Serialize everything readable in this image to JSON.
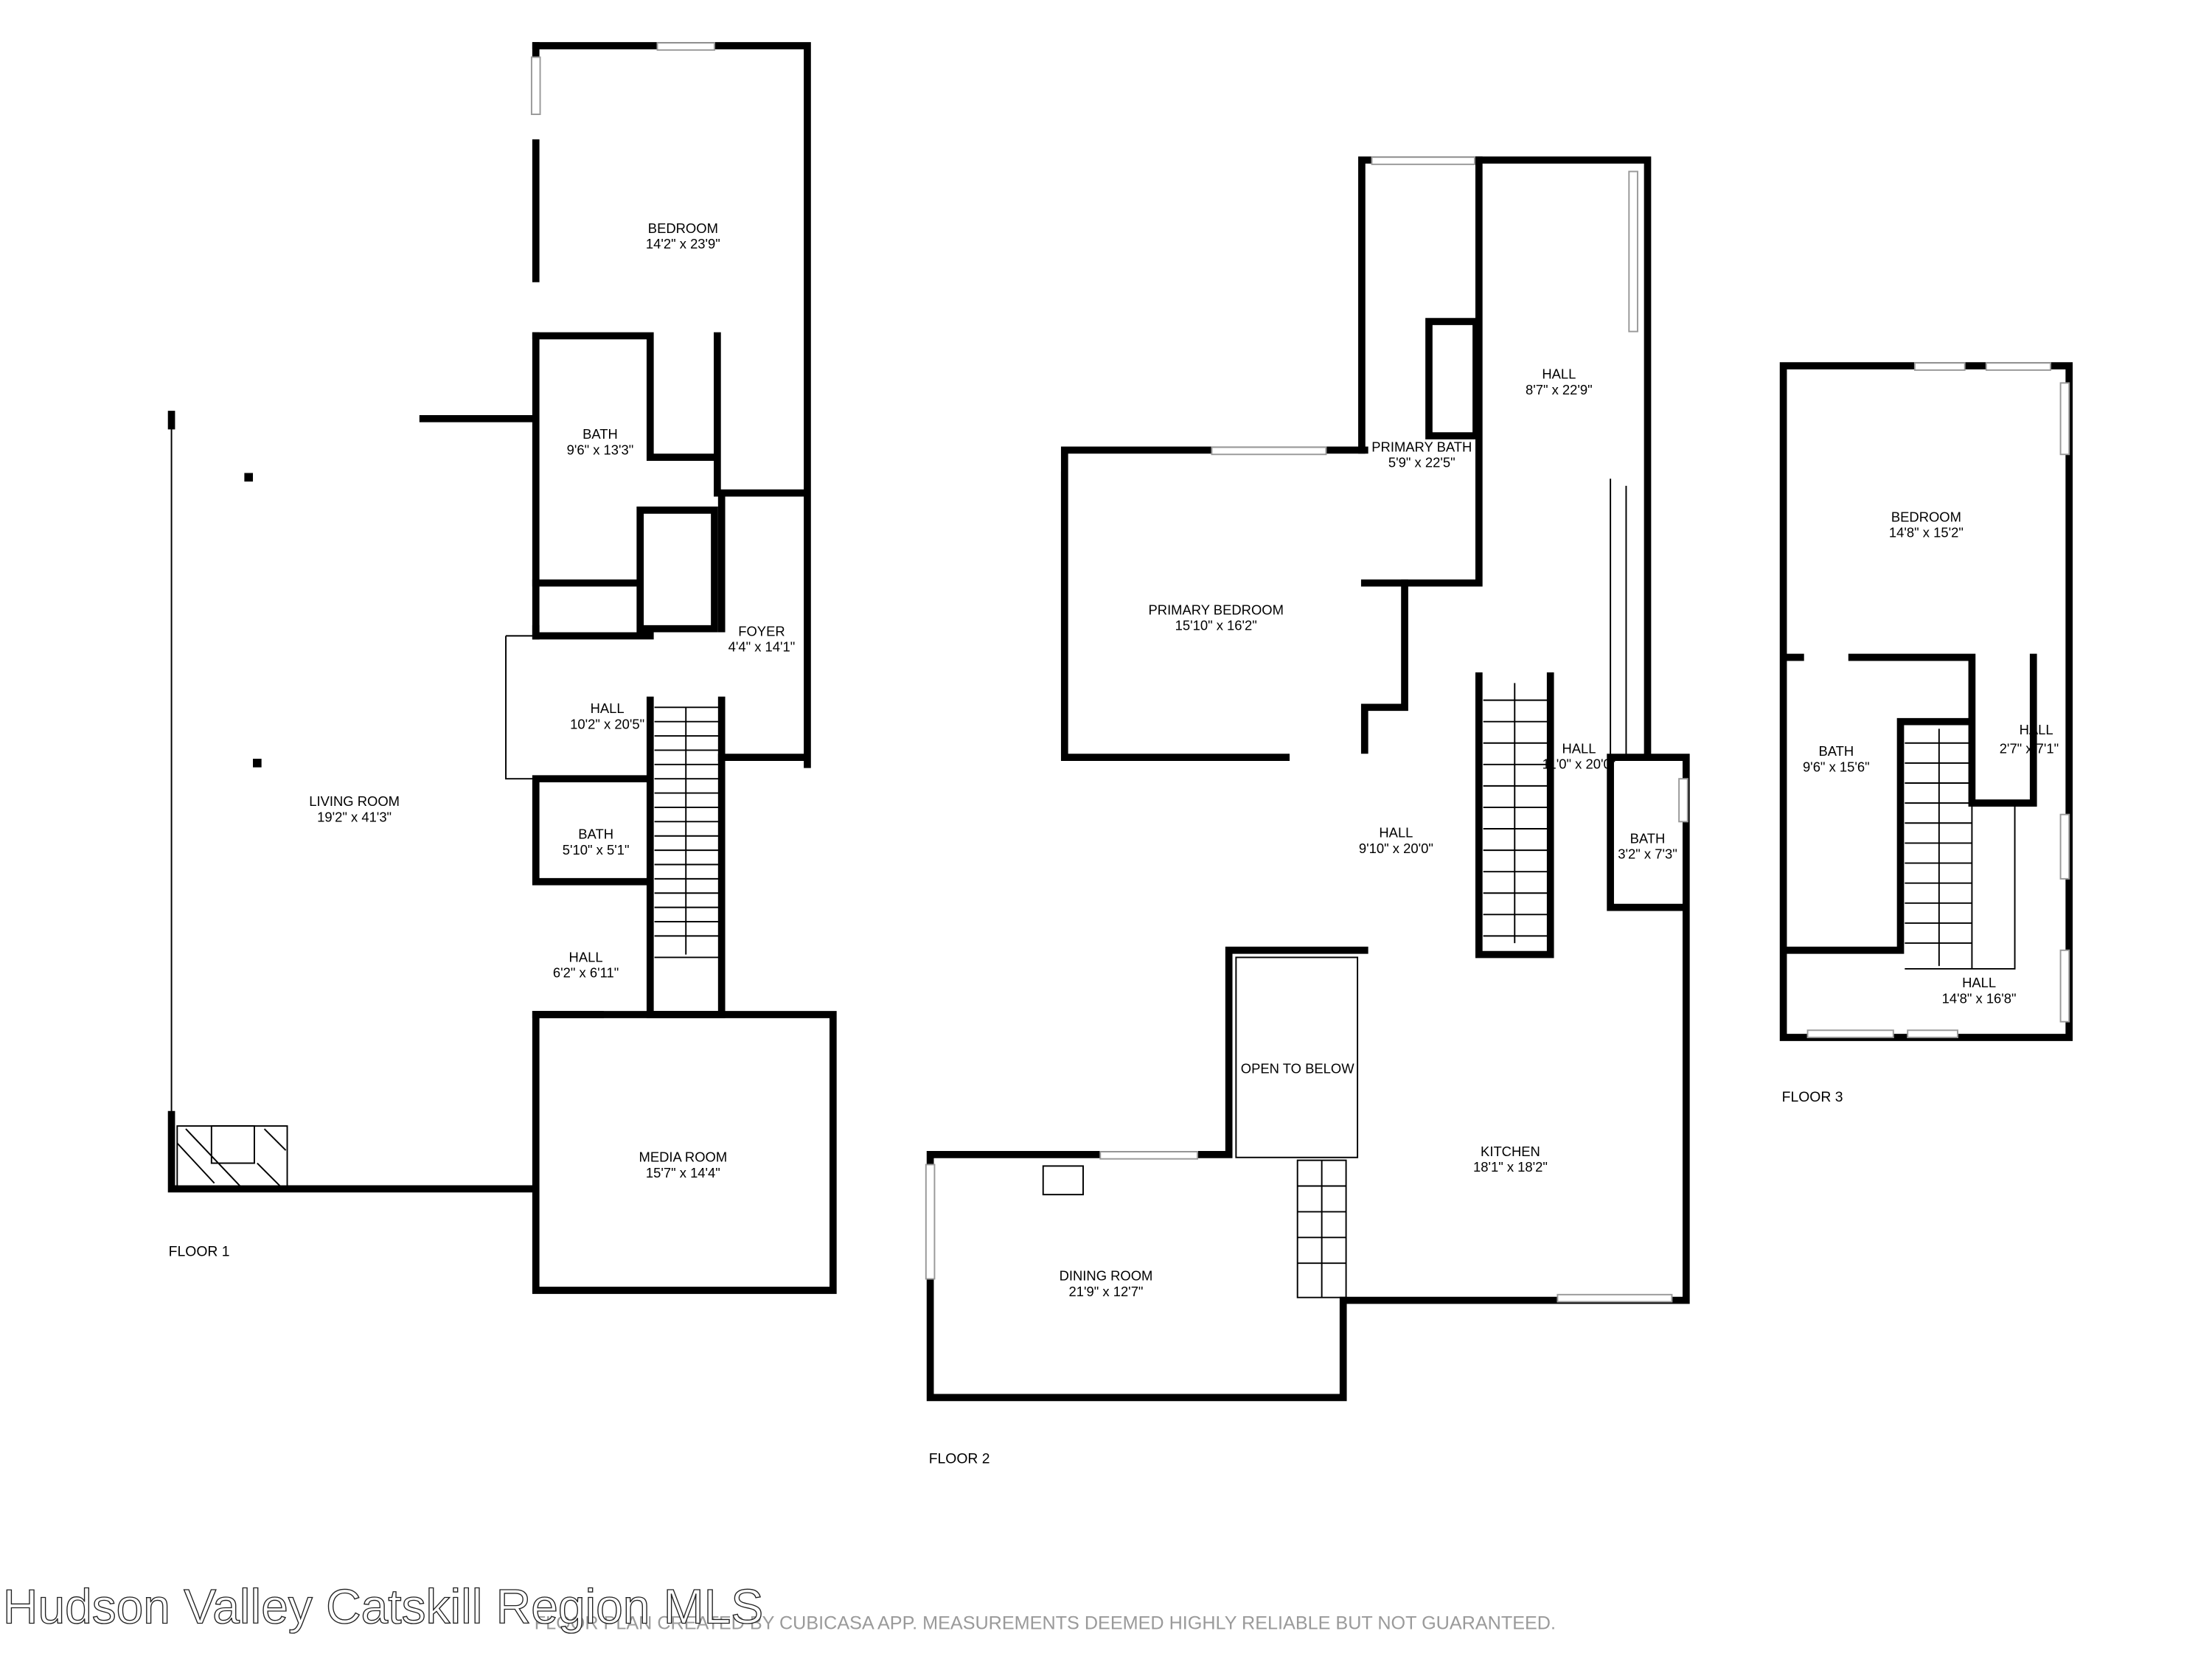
{
  "floors": {
    "floor1": {
      "label": "FLOOR 1",
      "rooms": [
        {
          "name": "BEDROOM",
          "dims": "14'2\" x 23'9\""
        },
        {
          "name": "BATH",
          "dims": "9'6\" x 13'3\""
        },
        {
          "name": "FOYER",
          "dims": "4'4\" x 14'1\""
        },
        {
          "name": "HALL",
          "dims": "10'2\" x 20'5\""
        },
        {
          "name": "LIVING ROOM",
          "dims": "19'2\" x 41'3\""
        },
        {
          "name": "BATH",
          "dims": "5'10\" x 5'1\""
        },
        {
          "name": "HALL",
          "dims": "6'2\" x 6'11\""
        },
        {
          "name": "MEDIA ROOM",
          "dims": "15'7\" x 14'4\""
        }
      ]
    },
    "floor2": {
      "label": "FLOOR 2",
      "rooms": [
        {
          "name": "HALL",
          "dims": "8'7\" x 22'9\""
        },
        {
          "name": "PRIMARY BATH",
          "dims": "5'9\" x 22'5\""
        },
        {
          "name": "PRIMARY BEDROOM",
          "dims": "15'10\" x 16'2\""
        },
        {
          "name": "HALL",
          "dims": "11'0\" x 20'0\""
        },
        {
          "name": "HALL",
          "dims": "9'10\" x 20'0\""
        },
        {
          "name": "BATH",
          "dims": "3'2\" x 7'3\""
        },
        {
          "name": "OPEN TO BELOW",
          "dims": ""
        },
        {
          "name": "KITCHEN",
          "dims": "18'1\" x 18'2\""
        },
        {
          "name": "DINING ROOM",
          "dims": "21'9\" x 12'7\""
        }
      ]
    },
    "floor3": {
      "label": "FLOOR 3",
      "rooms": [
        {
          "name": "BEDROOM",
          "dims": "14'8\" x 15'2\""
        },
        {
          "name": "BATH",
          "dims": "9'6\" x 15'6\""
        },
        {
          "name": "HALL",
          "dims": "2'7\" x 7'1\""
        },
        {
          "name": "HALL",
          "dims": "14'8\" x 16'8\""
        }
      ]
    }
  },
  "footer": "FLOOR PLAN CREATED BY CUBICASA APP. MEASUREMENTS DEEMED HIGHLY RELIABLE BUT NOT GUARANTEED.",
  "watermark": "Hudson Valley Catskill Region MLS"
}
